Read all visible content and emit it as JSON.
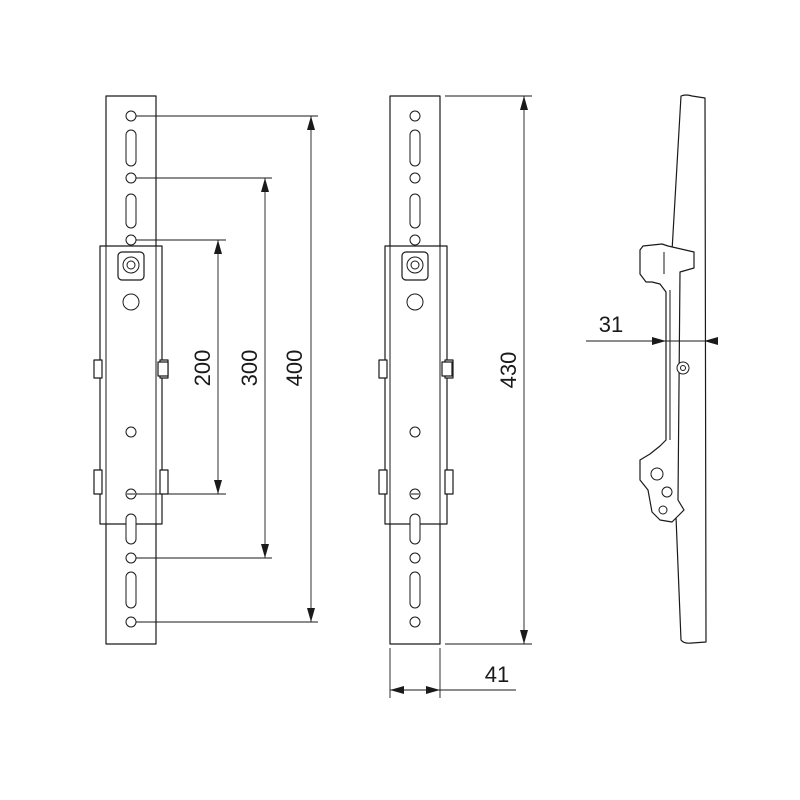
{
  "dimensions": {
    "hole_spacing_small": "200",
    "hole_spacing_medium": "300",
    "hole_spacing_large": "400",
    "total_height": "430",
    "bracket_width": "41",
    "wall_depth": "31"
  },
  "colors": {
    "line": "#1a1a1a",
    "background": "#ffffff"
  }
}
